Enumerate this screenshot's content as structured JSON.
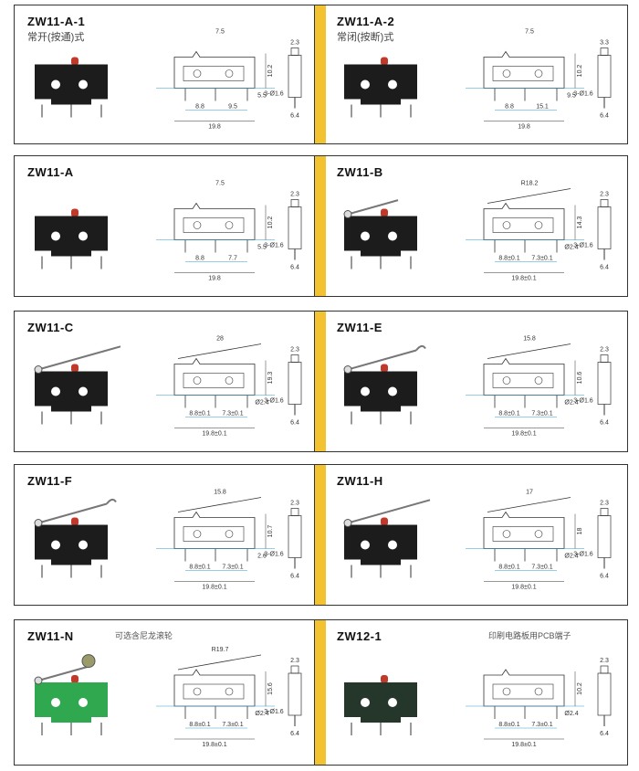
{
  "colors": {
    "accent_strip": "#f2c230",
    "body_black": "#1c1c1c",
    "body_green": "#2fa84f",
    "body_darkgreen": "#24372a",
    "button": "#c0392b",
    "dim_line": "#3399cc"
  },
  "panels": [
    {
      "title": "ZW11-A-1",
      "subtitle": "常开(按通)式",
      "body": "plain",
      "color": "body_black",
      "dims": {
        "top": "7.5",
        "height": "10.2",
        "total": "19.8",
        "pitch1": "8.8",
        "pitch2": "9.5",
        "side_top": "2.3",
        "side_bottom": "6.4",
        "hole": "3-Ø1.6",
        "extra": "5.5"
      }
    },
    {
      "title": "ZW11-A-2",
      "subtitle": "常闭(按断)式",
      "body": "plain",
      "color": "body_black",
      "dims": {
        "top": "7.5",
        "height": "10.2",
        "total": "19.8",
        "pitch1": "8.8",
        "pitch2": "15.1",
        "side_top": "3.3",
        "side_bottom": "6.4",
        "hole": "3-Ø1.6",
        "extra": "9.5"
      }
    },
    {
      "title": "ZW11-A",
      "body": "plain",
      "color": "body_black",
      "dims": {
        "top": "7.5",
        "height": "10.2",
        "total": "19.8",
        "pitch1": "8.8",
        "pitch2": "7.7",
        "side_top": "2.3",
        "side_bottom": "6.4",
        "hole": "3-Ø1.6",
        "extra": "5.5"
      }
    },
    {
      "title": "ZW11-B",
      "body": "short-lever",
      "color": "body_black",
      "dims": {
        "top": "R18.2",
        "height": "14.3",
        "total": "19.8±0.1",
        "pitch1": "8.8±0.1",
        "pitch2": "7.3±0.1",
        "side_top": "2.3",
        "side_bottom": "6.4",
        "hole": "3-Ø1.6",
        "extra": "Ø2.4"
      }
    },
    {
      "title": "ZW11-C",
      "body": "long-lever",
      "color": "body_black",
      "dims": {
        "top": "28",
        "height": "19.3",
        "total": "19.8±0.1",
        "pitch1": "8.8±0.1",
        "pitch2": "7.3±0.1",
        "side_top": "2.3",
        "side_bottom": "6.4",
        "hole": "3-Ø1.6",
        "extra": "Ø2.4"
      }
    },
    {
      "title": "ZW11-E",
      "body": "hook-lever",
      "color": "body_black",
      "dims": {
        "top": "15.8",
        "height": "10.6",
        "total": "19.8±0.1",
        "pitch1": "8.8±0.1",
        "pitch2": "7.3±0.1",
        "side_top": "2.3",
        "side_bottom": "6.4",
        "hole": "3-Ø1.6",
        "extra": "Ø2.4"
      }
    },
    {
      "title": "ZW11-F",
      "body": "curve-lever",
      "color": "body_black",
      "dims": {
        "top": "15.8",
        "height": "10.7",
        "total": "19.8±0.1",
        "pitch1": "8.8±0.1",
        "pitch2": "7.3±0.1",
        "side_top": "2.3",
        "side_bottom": "6.4",
        "hole": "3-Ø1.6",
        "extra": "2.6"
      }
    },
    {
      "title": "ZW11-H",
      "body": "long-lever",
      "color": "body_black",
      "dims": {
        "top": "17",
        "height": "18",
        "total": "19.8±0.1",
        "pitch1": "8.8±0.1",
        "pitch2": "7.3±0.1",
        "side_top": "2.3",
        "side_bottom": "6.4",
        "hole": "3-Ø1.6",
        "extra": "Ø2.4"
      }
    },
    {
      "title": "ZW11-N",
      "note": "可选含尼龙滚轮",
      "body": "roller-lever",
      "color": "body_green",
      "dims": {
        "top": "R19.7",
        "height": "15.6",
        "total": "19.8±0.1",
        "pitch1": "8.8±0.1",
        "pitch2": "7.3±0.1",
        "side_top": "2.3",
        "side_bottom": "6.4",
        "hole": "3-Ø1.6",
        "extra": "Ø2.4"
      }
    },
    {
      "title": "ZW12-1",
      "note": "印刷电路板用PCB端子",
      "body": "plain",
      "color": "body_darkgreen",
      "dims": {
        "top": "",
        "height": "10.2",
        "total": "19.8±0.1",
        "pitch1": "8.8±0.1",
        "pitch2": "7.3±0.1",
        "side_top": "2.3",
        "side_bottom": "6.4",
        "hole": "",
        "extra": "Ø2.4"
      }
    }
  ]
}
